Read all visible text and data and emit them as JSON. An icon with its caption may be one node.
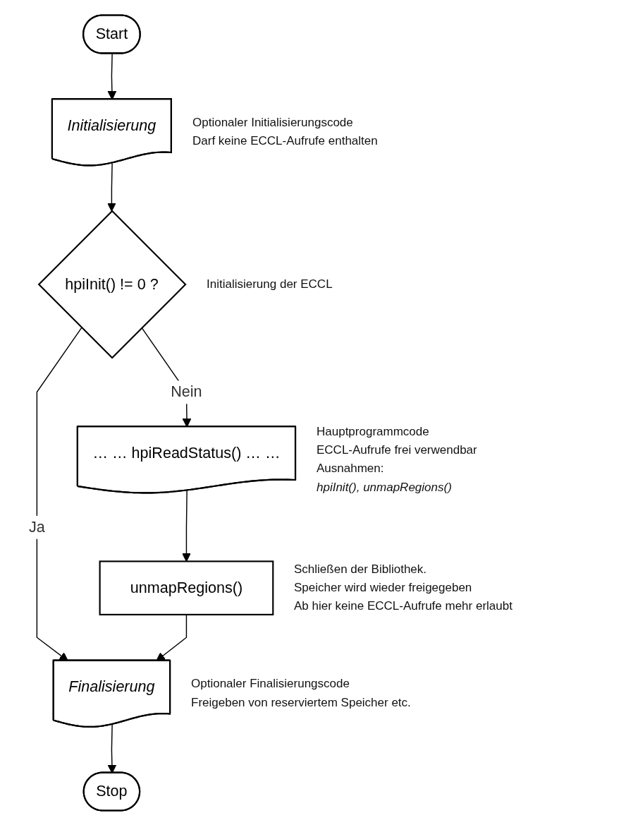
{
  "diagram": {
    "nodes": [
      {
        "text": [
          "Start"
        ]
      },
      {
        "text": [
          "Initialisierung"
        ],
        "beside": [
          "Optionaler Initialisierungscode",
          "Darf keine ECCL-Aufrufe enthalten"
        ]
      },
      {
        "text": [
          "hpiInit() != 0 ?"
        ],
        "beside": [
          "Initialisierung der ECCL"
        ]
      },
      {
        "text": [
          "… … hpiReadStatus() … …"
        ],
        "beside": [
          "Hauptprogrammcode",
          "ECCL-Aufrufe frei verwendbar",
          "Ausnahmen:",
          "hpiInit(), unmapRegions()"
        ]
      },
      {
        "text": [
          "unmapRegions()"
        ],
        "beside": [
          "Schließen der Bibliothek.",
          "Speicher wird wieder freigegeben",
          "Ab hier keine ECCL-Aufrufe mehr erlaubt"
        ]
      },
      {
        "text": [
          "Finalisierung"
        ],
        "beside": [
          "Optionaler Finalisierungscode",
          "Freigeben von reserviertem Speicher etc."
        ]
      },
      {
        "text": [
          "Stop"
        ]
      }
    ],
    "edges": [
      {
        "from": 0,
        "to": 1,
        "arrow": "to"
      },
      {
        "from": 1,
        "to": 2,
        "arrow": "to"
      },
      {
        "from": 2,
        "to": 3,
        "label": "Nein",
        "arrow": "to"
      },
      {
        "from": 2,
        "to": 5,
        "label": "Ja",
        "arrow": "to"
      },
      {
        "from": 3,
        "to": 4,
        "arrow": "to"
      },
      {
        "from": 4,
        "to": 5,
        "arrow": "to"
      },
      {
        "from": 5,
        "to": 6,
        "arrow": "to"
      }
    ]
  }
}
